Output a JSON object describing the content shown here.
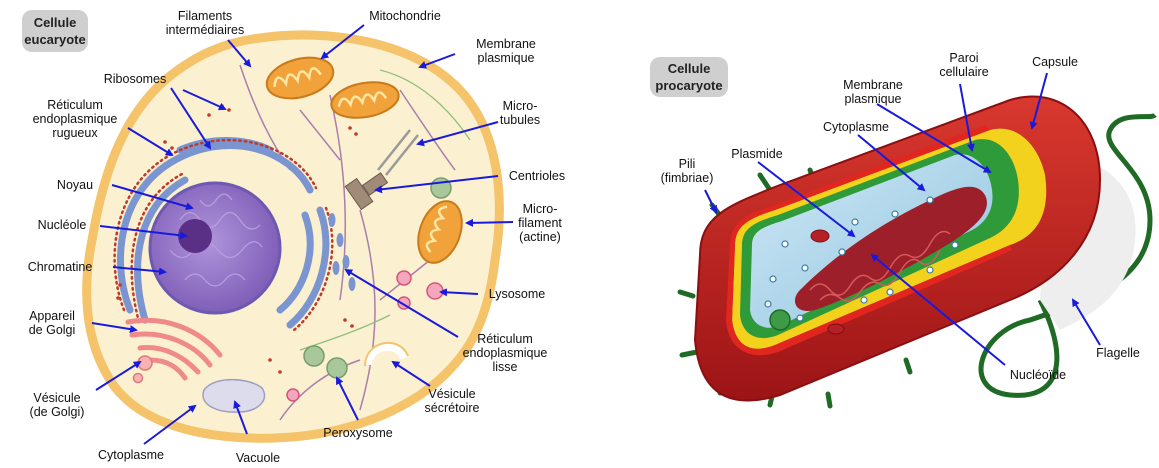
{
  "colors": {
    "arrow": "#1a1adc",
    "cytoplasm_euk": "#fbf0cf",
    "membrane_euk": "#f4c36a",
    "nucleus": "#8e6cc2",
    "nucleolus": "#5a2f86",
    "er": "#7a95cf",
    "ribosome": "#c0392b",
    "mito": "#f2a23a",
    "golgi": "#f08a8a",
    "lysosome": "#e9628a",
    "green_vesicle": "#a8c79b",
    "vacuole": "#dcdcec",
    "capsule": "#c8201f",
    "wall": "#f3d21d",
    "membrane_pro": "#2f9a3a",
    "cytoplasm_pro": "#a9d3ea",
    "nucleoid": "#9d1f2a",
    "flagellum": "#1f6b25"
  },
  "eukaryote": {
    "title_line1": "Cellule",
    "title_line2": "eucaryote",
    "labels": {
      "filaments_1": "Filaments",
      "filaments_2": "intermédiaires",
      "mitochondrie": "Mitochondrie",
      "membrane_1": "Membrane",
      "membrane_2": "plasmique",
      "ribosomes": "Ribosomes",
      "rer_1": "Réticulum",
      "rer_2": "endoplasmique",
      "rer_3": "rugueux",
      "microtubules_1": "Micro-",
      "microtubules_2": "tubules",
      "centrioles": "Centrioles",
      "noyau": "Noyau",
      "nucleole": "Nucléole",
      "microfilament_1": "Micro-",
      "microfilament_2": "filament",
      "microfilament_3": "(actine)",
      "chromatine": "Chromatine",
      "lysosome": "Lysosome",
      "golgi_1": "Appareil",
      "golgi_2": "de Golgi",
      "rel_1": "Réticulum",
      "rel_2": "endoplasmique",
      "rel_3": "lisse",
      "vesicule_1": "Vésicule",
      "vesicule_2": "(de Golgi)",
      "secretoire_1": "Vésicule",
      "secretoire_2": "sécrétoire",
      "cytoplasme": "Cytoplasme",
      "peroxysome": "Peroxysome",
      "vacuole": "Vacuole"
    }
  },
  "prokaryote": {
    "title_line1": "Cellule",
    "title_line2": "procaryote",
    "labels": {
      "paroi_1": "Paroi",
      "paroi_2": "cellulaire",
      "capsule": "Capsule",
      "membrane_1": "Membrane",
      "membrane_2": "plasmique",
      "cytoplasme": "Cytoplasme",
      "plasmide": "Plasmide",
      "pili_1": "Pili",
      "pili_2": "(fimbriae)",
      "flagelle": "Flagelle",
      "nucleoide": "Nucléoïde"
    }
  }
}
